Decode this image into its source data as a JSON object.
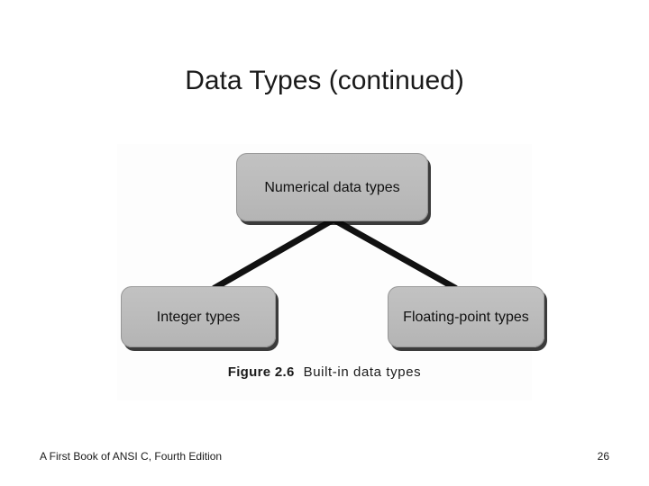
{
  "slide": {
    "title": "Data Types (continued)",
    "background_color": "#ffffff"
  },
  "figure": {
    "background_color": "#fdfdfd",
    "node_fill_color": "#bcbcbc",
    "node_text_color": "#111111",
    "connector_color": "#111111",
    "caption": {
      "label": "Figure 2.6",
      "text": "Built-in data types"
    },
    "nodes": [
      {
        "id": "numerical",
        "label": "Numerical data types"
      },
      {
        "id": "integer",
        "label": "Integer types"
      },
      {
        "id": "floating",
        "label": "Floating-point types"
      }
    ]
  },
  "footer": {
    "source": "A First Book of ANSI C, Fourth Edition",
    "page": "26"
  },
  "chart_data": {
    "type": "diagram",
    "diagram_kind": "hierarchy-tree",
    "title": "Built-in data types",
    "root": "Numerical data types",
    "nodes": [
      "Numerical data types",
      "Integer types",
      "Floating-point types"
    ],
    "edges": [
      {
        "from": "Numerical data types",
        "to": "Integer types"
      },
      {
        "from": "Numerical data types",
        "to": "Floating-point types"
      }
    ],
    "levels": 2
  }
}
